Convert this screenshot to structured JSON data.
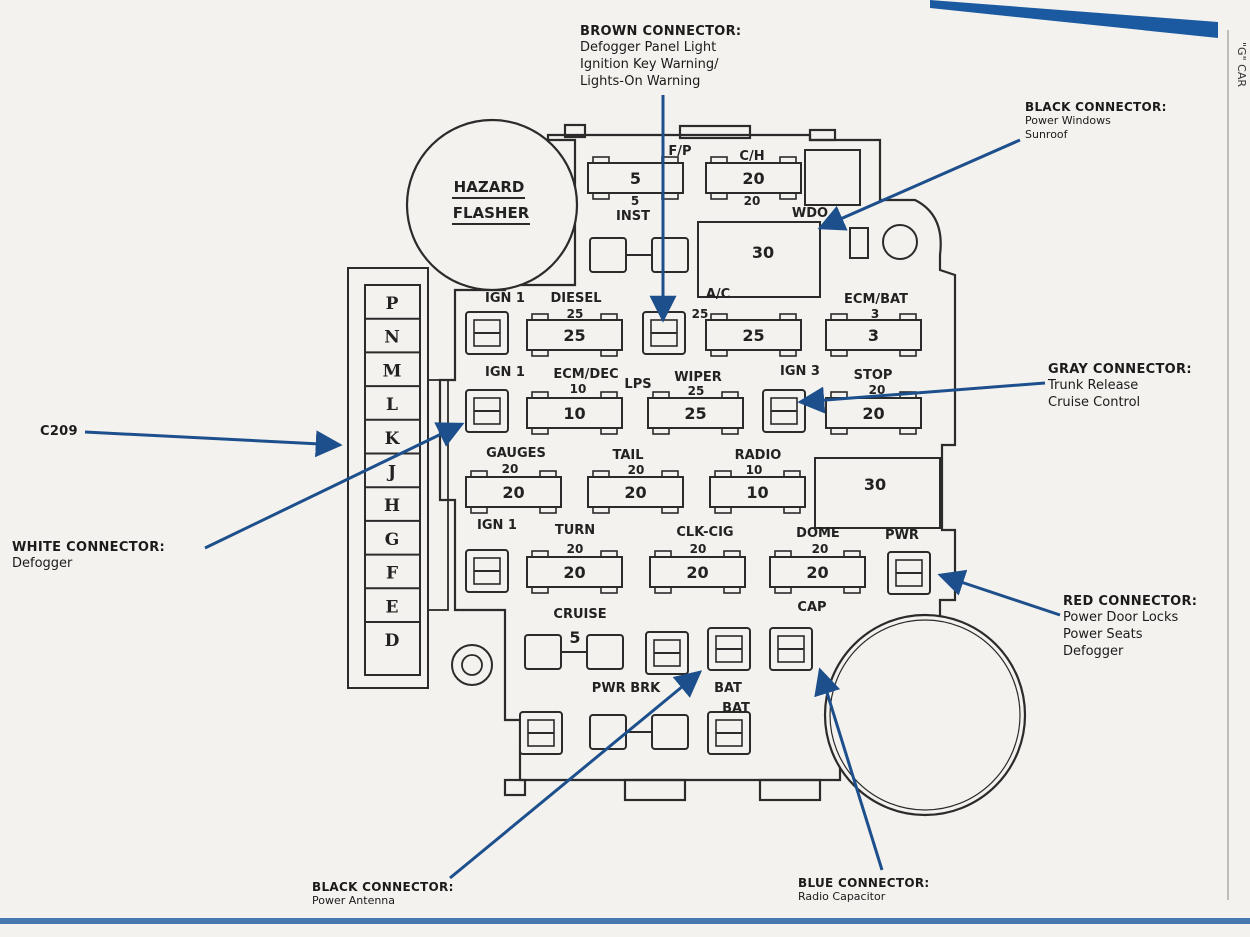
{
  "header": {
    "corner_text": "\"G\" CAR"
  },
  "flasher": {
    "line1": "HAZARD",
    "line2": "FLASHER"
  },
  "c209": {
    "label": "C209",
    "letters": [
      "P",
      "N",
      "M",
      "L",
      "K",
      "J",
      "H",
      "G",
      "F",
      "E",
      "D"
    ]
  },
  "callouts": {
    "brown": {
      "title": "BROWN CONNECTOR:",
      "lines": [
        "Defogger Panel Light",
        "Ignition Key Warning/",
        "Lights-On Warning"
      ]
    },
    "black_top": {
      "title": "BLACK CONNECTOR:",
      "lines": [
        "Power Windows",
        "Sunroof"
      ]
    },
    "gray": {
      "title": "GRAY CONNECTOR:",
      "lines": [
        "Trunk Release",
        "Cruise Control"
      ]
    },
    "white": {
      "title": "WHITE CONNECTOR:",
      "lines": [
        "Defogger"
      ]
    },
    "red": {
      "title": "RED CONNECTOR:",
      "lines": [
        "Power Door Locks",
        "Power Seats",
        "Defogger"
      ]
    },
    "black_bottom": {
      "title": "BLACK CONNECTOR:",
      "lines": [
        "Power Antenna"
      ]
    },
    "blue": {
      "title": "BLUE CONNECTOR:",
      "lines": [
        "Radio Capacitor"
      ]
    }
  },
  "fuses": [
    {
      "name": "F/P",
      "rating": "5"
    },
    {
      "name": "C/H",
      "rating": "20"
    },
    {
      "name": "INST",
      "rating": "5"
    },
    {
      "name": "WDO",
      "rating": "30"
    },
    {
      "name": "DIESEL",
      "rating": "25"
    },
    {
      "name": "A/C",
      "rating": "25"
    },
    {
      "name": "ECM/BAT",
      "rating": "3"
    },
    {
      "name": "ECM/DEC",
      "rating": "10"
    },
    {
      "name": "WIPER",
      "rating": "25"
    },
    {
      "name": "STOP",
      "rating": "20"
    },
    {
      "name": "GAUGES",
      "rating": "20"
    },
    {
      "name": "TAIL",
      "rating": "20"
    },
    {
      "name": "RADIO",
      "rating": "10"
    },
    {
      "name": "",
      "rating": "30"
    },
    {
      "name": "TURN",
      "rating": "20"
    },
    {
      "name": "CLK-CIG",
      "rating": "20"
    },
    {
      "name": "DOME",
      "rating": "20"
    },
    {
      "name": "CRUISE",
      "rating": "5"
    }
  ],
  "terminal_labels": {
    "ign1": "IGN 1",
    "ign3": "IGN 3",
    "lps": "LPS",
    "pwr": "PWR",
    "pwr_brk": "PWR BRK",
    "bat": "BAT",
    "cap": "CAP"
  },
  "colors": {
    "arrow": "#1c4f8c",
    "ink": "#2b2b2b",
    "paper": "#f4f2ee",
    "stripe": "#1b5aa0"
  }
}
